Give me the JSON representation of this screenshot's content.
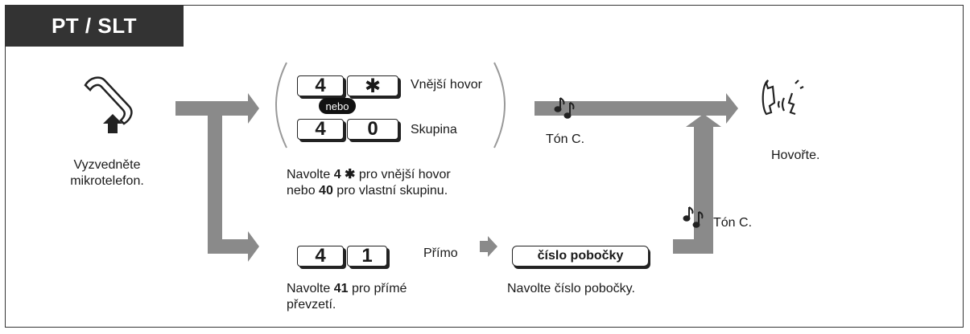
{
  "header": {
    "tab_label": "PT / SLT"
  },
  "steps": {
    "lift": {
      "label_line1": "Vyzvedněte",
      "label_line2": "mikrotelefon."
    },
    "talk": {
      "label": "Hovořte."
    }
  },
  "options": {
    "outside": {
      "key1": "4",
      "key2": "✱",
      "label": "Vnější hovor"
    },
    "or_badge": "nebo",
    "group": {
      "key1": "4",
      "key2": "0",
      "label": "Skupina"
    },
    "instruction_line1_pre": "Navolte ",
    "instruction_line1_b": "4 ✱",
    "instruction_line1_post": "  pro vnější hovor",
    "instruction_line2_pre": "nebo ",
    "instruction_line2_b": "40",
    "instruction_line2_post": " pro vlastní skupinu."
  },
  "direct": {
    "key1": "4",
    "key2": "1",
    "label": "Přímo",
    "instruction_line1_pre": "Navolte ",
    "instruction_line1_b": "41",
    "instruction_line1_post": " pro přímé",
    "instruction_line2": "převzetí.",
    "extension_box": "číslo pobočky",
    "extension_instruction": "Navolte číslo pobočky."
  },
  "tones": {
    "tone_top": "Tón C.",
    "tone_right": "Tón C."
  },
  "colors": {
    "arrow": "#8a8a8a",
    "tab_bg": "#333333",
    "key_border": "#222222"
  }
}
